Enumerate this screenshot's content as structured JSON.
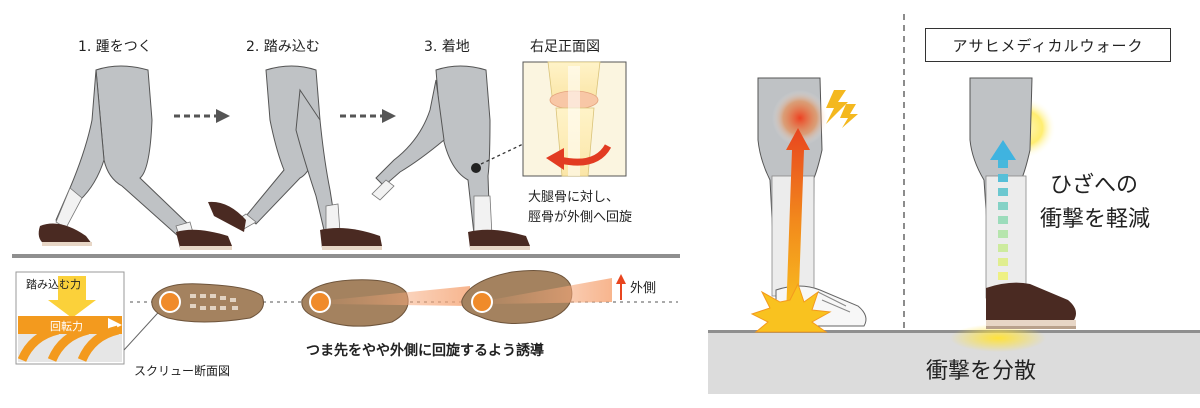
{
  "left_panel": {
    "steps": [
      {
        "label": "1. 踵をつく"
      },
      {
        "label": "2. 踏み込む"
      },
      {
        "label": "3. 着地"
      }
    ],
    "knee_view_title": "右足正面図",
    "knee_caption_line1": "大腿骨に対し、",
    "knee_caption_line2": "脛骨が外側へ回旋",
    "screw_press_label": "踏み込む力",
    "screw_rotation_label": "回転力",
    "screw_section_label": "スクリュー断面図",
    "outer_side_label": "外側",
    "guidance_text": "つま先をやや外側に回旋するよう誘導"
  },
  "right_panel": {
    "brand_label": "アサヒメディカルウォーク",
    "knee_impact_line1": "ひざへの",
    "knee_impact_line2": "衝撃を軽減",
    "disperse_label": "衝撃を分散"
  },
  "colors": {
    "ground": "#8f8f8f",
    "leg": "#bfc2c5",
    "skin": "#ececec",
    "arrow_orange": "#f39a1e",
    "arrow_red": "#e8451f",
    "shoe_brown": "#4a2a22",
    "cyan_arrow": "#3fb3e0",
    "glow_yellow": "#fbe44a"
  }
}
